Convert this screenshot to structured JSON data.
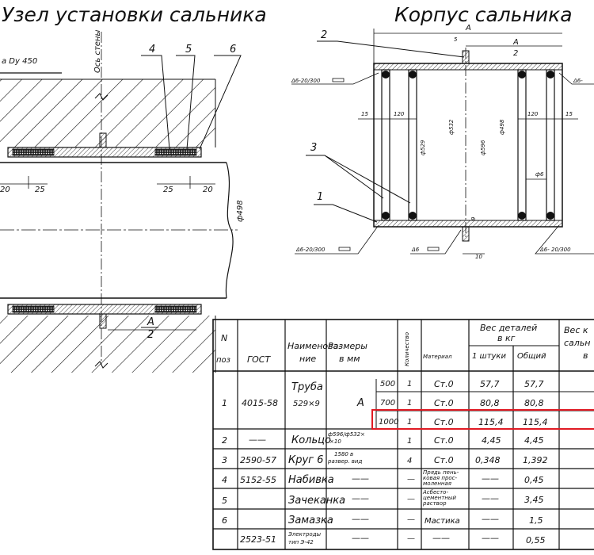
{
  "left": {
    "title": "Узел установки сальника",
    "dn_label": "а Dу 450",
    "wall_axis": "Ось стены",
    "callouts": [
      "4",
      "5",
      "6"
    ],
    "dim_20_left": "20",
    "dim_25_left": "25",
    "dim_25_right": "25",
    "dim_20_right": "20",
    "dim_diameter": "ф498",
    "section_a": "A",
    "section_2": "2"
  },
  "right": {
    "title": "Корпус сальника",
    "callout_2": "2",
    "callout_3": "3",
    "callout_1": "1",
    "dim_5": "5",
    "dim_a_top": "A",
    "dim_a_half_num": "A",
    "dim_a_half_den": "2",
    "weld_top_left": "Δ6-20/300",
    "weld_top_right": "Δ6-",
    "weld_bottom_left": "Δ6-20/300",
    "weld_bottom_mid": "Δ6",
    "weld_bottom_right": "Δ6- 20/300",
    "dim_15_left": "15",
    "dim_120_left": "120",
    "dim_120_right": "120",
    "dim_15_right": "15",
    "dim_d529": "ф529",
    "dim_d532": "ф532",
    "dim_d596": "ф596",
    "dim_d498": "ф498",
    "dim_d6": "ф6",
    "dim_9": "9",
    "dim_10": "10"
  },
  "table": {
    "headers": {
      "n_poz_1": "N",
      "n_poz_2": "поз",
      "gost": "ГОСТ",
      "name_1": "Наименова-",
      "name_2": "ние",
      "size_1": "Размеры",
      "size_2": "в мм",
      "qty": "Количество",
      "material": "Материал",
      "weight_parts_1": "Вес деталей",
      "weight_parts_2": "в кг",
      "weight_one": "1 штуки",
      "weight_total": "Общий",
      "weight_gland_1": "Вес к",
      "weight_gland_2": "сальн",
      "weight_gland_3": "в"
    },
    "row1": {
      "poz": "1",
      "gost": "4015-58",
      "name_1": "Труба",
      "name_2": "529×9",
      "size": "A",
      "sub": [
        {
          "a": "500",
          "qty": "1",
          "mat": "Ст.0",
          "one": "57,7",
          "total": "57,7"
        },
        {
          "a": "700",
          "qty": "1",
          "mat": "Ст.0",
          "one": "80,8",
          "total": "80,8"
        },
        {
          "a": "1000",
          "qty": "1",
          "mat": "Ст.0",
          "one": "115,4",
          "total": "115,4"
        }
      ]
    },
    "rows": [
      {
        "poz": "2",
        "gost": "——",
        "name": "Кольцо",
        "size_1": "ф596/ф532×",
        "size_2": "×10",
        "qty": "1",
        "mat": "Ст.0",
        "one": "4,45",
        "total": "4,45"
      },
      {
        "poz": "3",
        "gost": "2590-57",
        "name": "Круг 6",
        "size_1": "1580 в",
        "size_2": "развер. вид",
        "qty": "4",
        "mat": "Ст.0",
        "one": "0,348",
        "total": "1,392"
      },
      {
        "poz": "4",
        "gost": "5152-55",
        "name": "Набивка",
        "size_1": "——",
        "size_2": "",
        "qty": "—",
        "mat_lines": [
          "Прядь пень-",
          "ковая прос-",
          "моленная"
        ],
        "one": "——",
        "total": "0,45"
      },
      {
        "poz": "5",
        "gost": "",
        "name": "Зачеканка",
        "size_1": "——",
        "size_2": "",
        "qty": "—",
        "mat_lines": [
          "Асбесто-",
          "цементный",
          "раствор"
        ],
        "one": "——",
        "total": "3,45"
      },
      {
        "poz": "6",
        "gost": "",
        "name": "Замазка",
        "size_1": "——",
        "size_2": "",
        "qty": "—",
        "mat": "Мастика",
        "one": "——",
        "total": "1,5"
      },
      {
        "poz": "",
        "gost": "2523-51",
        "name_lines": [
          "Электроды",
          "тип Э-42"
        ],
        "size_1": "——",
        "size_2": "",
        "qty": "—",
        "mat": "——",
        "one": "——",
        "total": "0,55"
      }
    ]
  },
  "colors": {
    "ink": "#111111",
    "highlight": "#e01b24"
  }
}
